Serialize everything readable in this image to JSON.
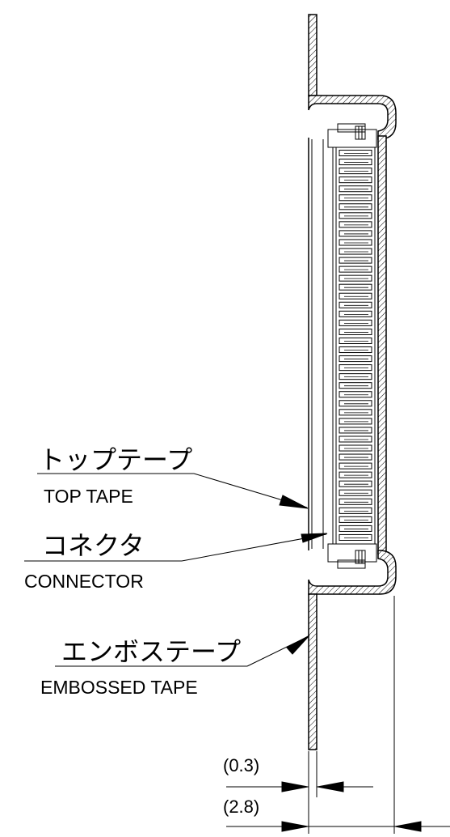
{
  "labels": {
    "top_tape": {
      "jp": "トップテープ",
      "en": "TOP TAPE"
    },
    "connector": {
      "jp": "コネクタ",
      "en": "CONNECTOR"
    },
    "embossed_tape": {
      "jp": "エンボステープ",
      "en": "EMBOSSED TAPE"
    }
  },
  "dimensions": {
    "cover_tape_thickness": "(0.3)",
    "overall_thickness": "(2.8)"
  },
  "contact_count": 44
}
